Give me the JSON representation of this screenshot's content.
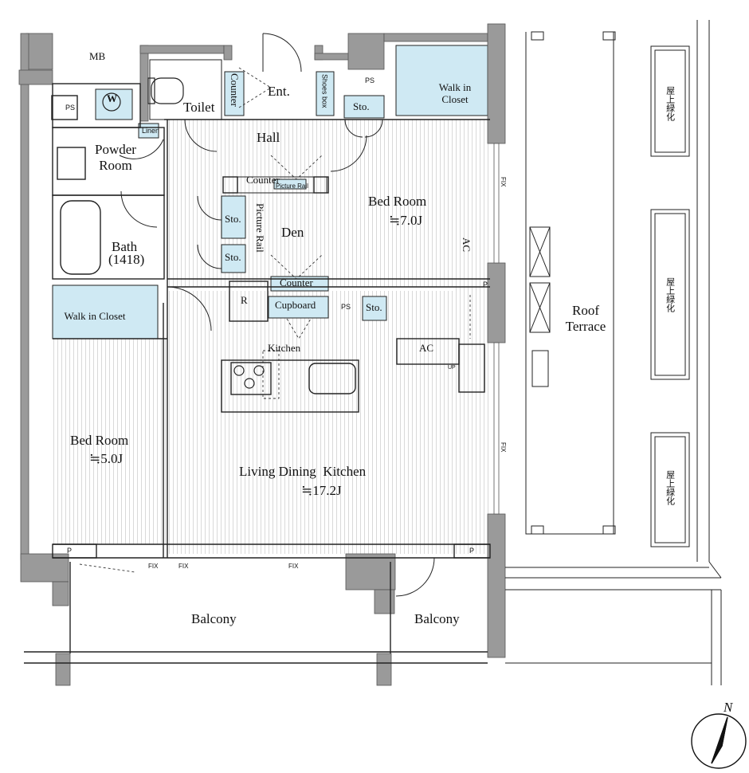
{
  "labels": {
    "mb": "MB",
    "ps": "PS",
    "p": "P",
    "fix": "FIX",
    "up": "UP",
    "toilet": "Toilet",
    "ent": "Ent.",
    "counter": "Counter",
    "shoes_box": "Shoes box",
    "sto": "Sto.",
    "walk_in_closet": "Walk in Closet",
    "w": "W",
    "linen": "Linen",
    "powder_room": "Powder Room",
    "hall": "Hall",
    "picture_rail": "Picture Rail",
    "bed_room": "Bed Room",
    "bed_room_7_area": "≒7.0J",
    "ac": "AC",
    "den": "Den",
    "bath": "Bath",
    "bath_size": "(1418)",
    "r": "R",
    "cupboard": "Cupboard",
    "kitchen": "Kitchen",
    "bed_room_5_area": "≒5.0J",
    "ldk": "Living Dining  Kitchen",
    "ldk_area": "≒17.2J",
    "balcony": "Balcony",
    "roof_terrace": "Roof Terrace",
    "rooftop_greenery": "屋上緑化",
    "north": "N"
  },
  "colors": {
    "wall": "#9a9a9a",
    "wall_dark": "#7d7d7d",
    "storage_fill": "#cfe9f3",
    "line": "#222222",
    "floor_hatch": "#d8d8d8"
  }
}
